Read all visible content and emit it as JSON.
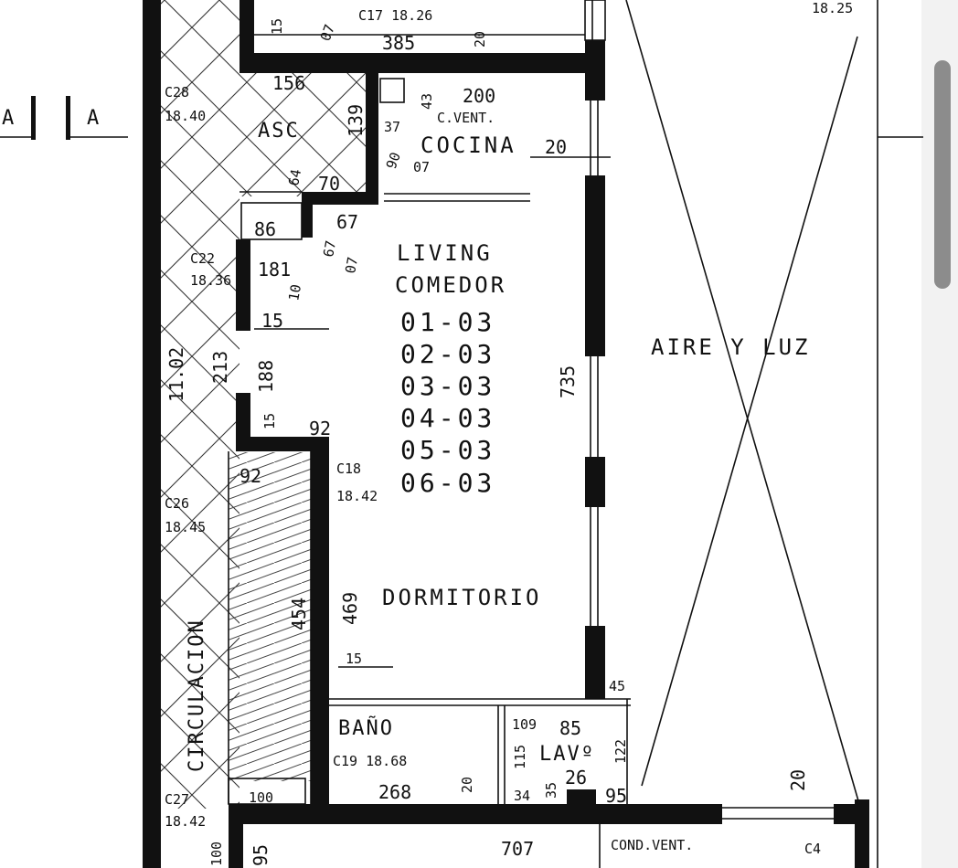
{
  "rooms": {
    "asc": "ASC",
    "cocina": "COCINA",
    "living": "LIVING",
    "comedor": "COMEDOR",
    "dormitorio": "DORMITORIO",
    "bano": "BAÑO",
    "lavo": "LAVº",
    "aire_luz": "AIRE Y LUZ",
    "circulacion": "CIRCULACION"
  },
  "units": [
    "01-03",
    "02-03",
    "03-03",
    "04-03",
    "05-03",
    "06-03"
  ],
  "notes": {
    "c_vent": "C.VENT.",
    "cond_vent": "COND.VENT."
  },
  "columns": {
    "c17": "C17 18.26",
    "c28": "C28",
    "c28_level": "18.40",
    "c22": "C22",
    "c22_level": "18.36",
    "c18": "C18",
    "c18_level": "18.42",
    "c26": "C26",
    "c26_level": "18.45",
    "c19": "C19 18.68",
    "c27": "C27",
    "c27_level": "18.42",
    "c4": "C4",
    "top_right_level": "18.25"
  },
  "dims": {
    "d385": "385",
    "d20a": "20",
    "d15a": "15",
    "d07a": "07",
    "d156": "156",
    "d139": "139",
    "d43": "43",
    "d200": "200",
    "d37": "37",
    "d90": "90",
    "d07b": "07",
    "d20b": "20",
    "d64": "64",
    "d70": "70",
    "d86": "86",
    "d67a": "67",
    "d67b": "67",
    "d07c": "07",
    "d181": "181",
    "d10": "10",
    "d15b": "15",
    "d213": "213",
    "d188": "188",
    "d735": "735",
    "d1102": "11.02",
    "d15c": "15",
    "d92a": "92",
    "d92b": "92",
    "d454": "454",
    "d469": "469",
    "d15d": "15",
    "d45": "45",
    "d109": "109",
    "d85": "85",
    "d122": "122",
    "d115": "115",
    "d268": "268",
    "d20c": "20",
    "d34": "34",
    "d35": "35",
    "d26": "26",
    "d95a": "95",
    "d100a": "100",
    "d100b": "100",
    "d95b": "95",
    "d707": "707",
    "d20d": "20"
  },
  "side_marks": [
    "A",
    "A"
  ]
}
